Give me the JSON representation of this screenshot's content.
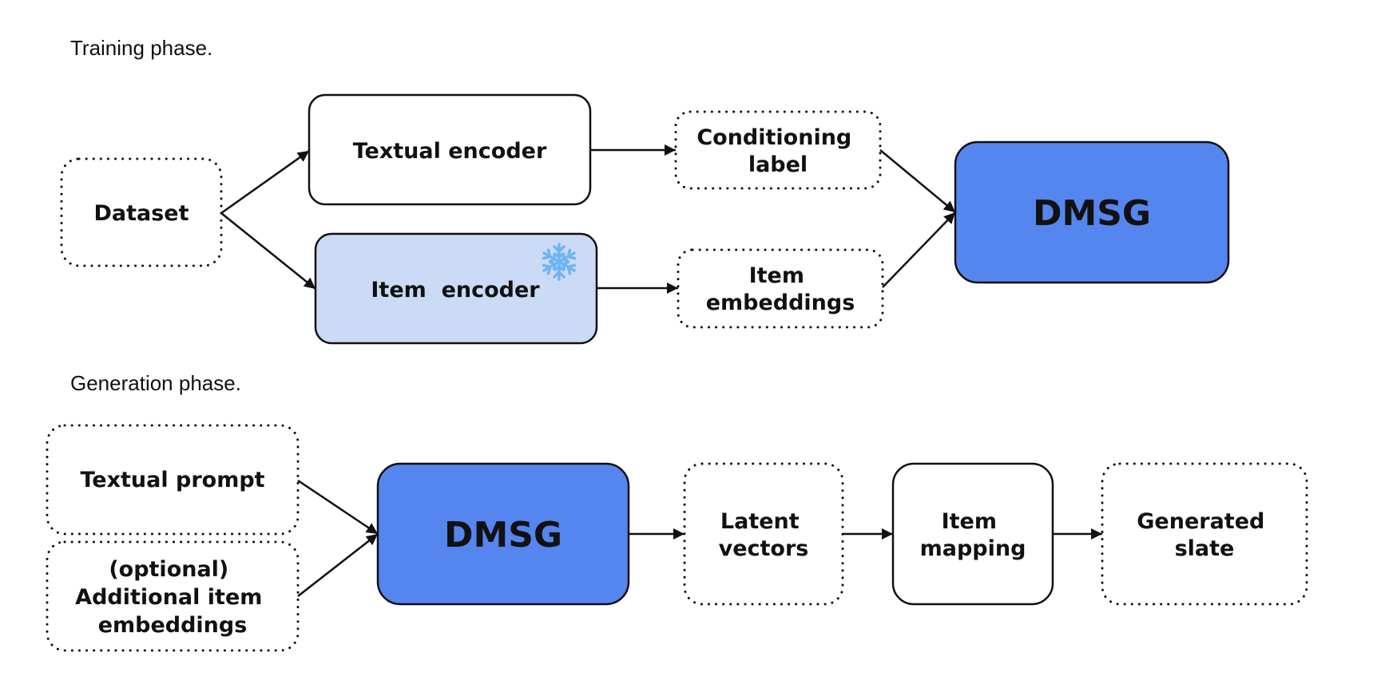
{
  "training": {
    "title": "Training phase.",
    "dataset": "Dataset",
    "textual_encoder": "Textual encoder",
    "item_encoder": "Item  encoder",
    "conditioning_label": [
      "Conditioning",
      "label"
    ],
    "item_embeddings": [
      "Item",
      "embeddings"
    ],
    "dmsg": "DMSG",
    "frozen_icon": "snowflake-icon"
  },
  "generation": {
    "title": "Generation phase.",
    "textual_prompt": "Textual prompt",
    "additional_embeddings": [
      "(optional)",
      "Additional item",
      "embeddings"
    ],
    "dmsg": "DMSG",
    "latent_vectors": [
      "Latent",
      "vectors"
    ],
    "item_mapping": [
      "Item",
      "mapping"
    ],
    "generated_slate": [
      "Generated",
      "slate"
    ]
  },
  "colors": {
    "dmsg_fill": "#5585ef",
    "item_encoder_fill": "#cbdaf5",
    "snowflake": "#6fb4f2",
    "stroke": "#111111"
  }
}
